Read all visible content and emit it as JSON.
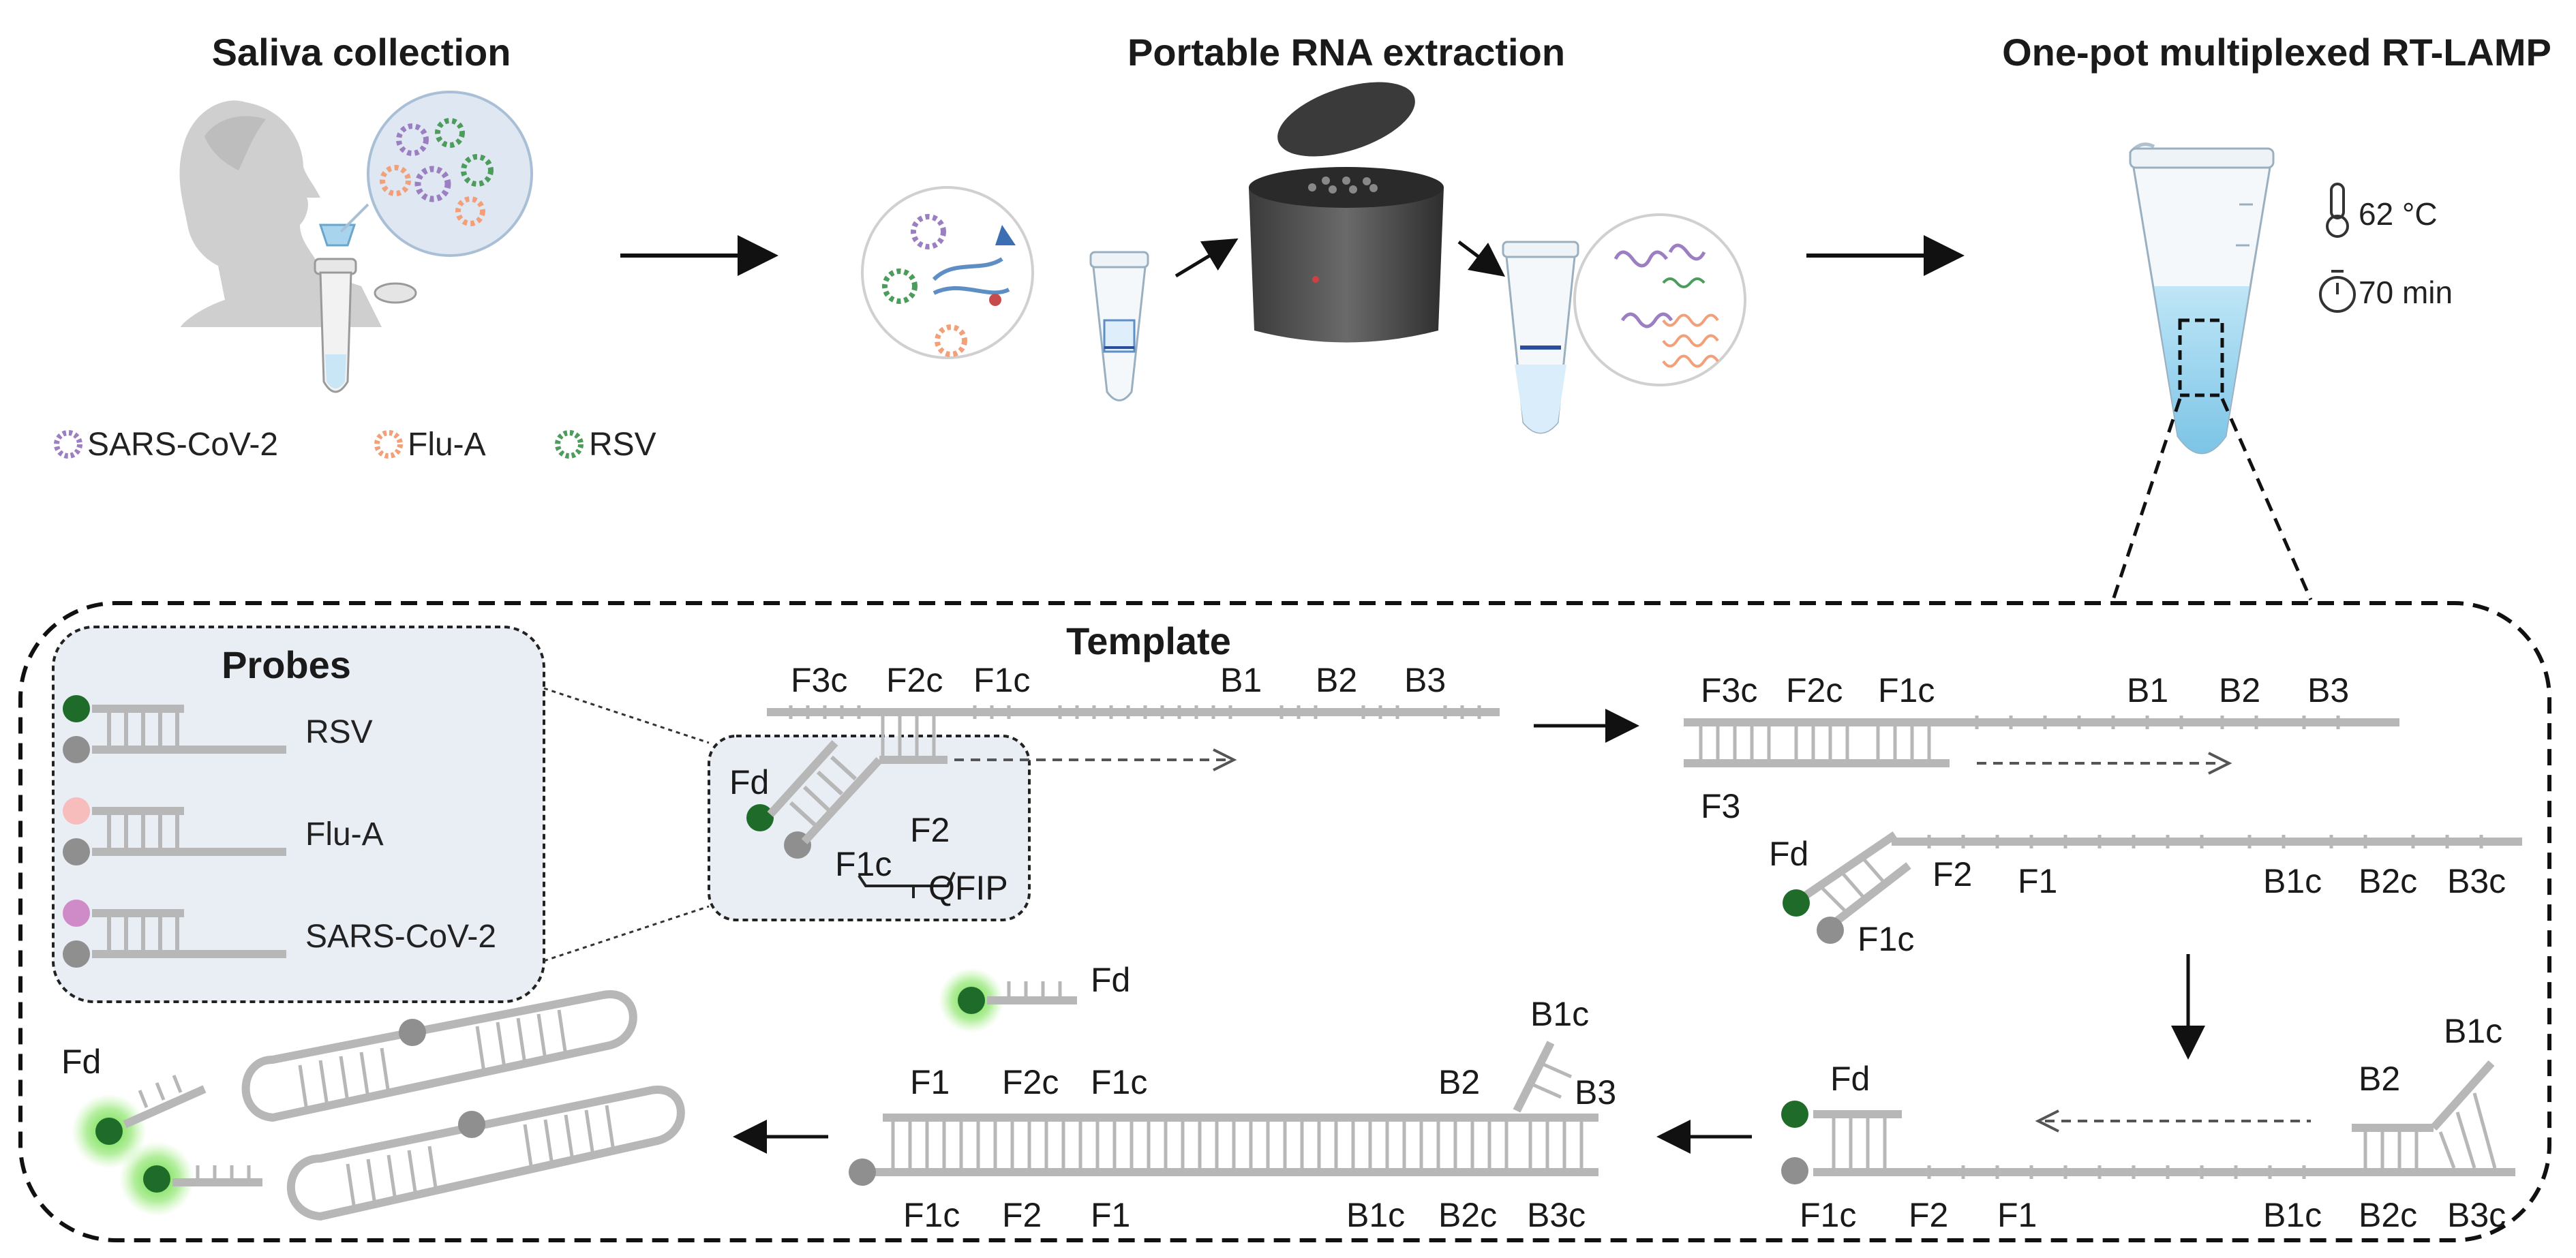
{
  "steps": {
    "saliva": "Saliva collection",
    "extraction": "Portable RNA extraction",
    "lamp": "One-pot multiplexed RT-LAMP"
  },
  "legend": [
    {
      "label": "SARS-CoV-2",
      "color": "#9b7fc0"
    },
    {
      "label": "Flu-A",
      "color": "#f2a07a"
    },
    {
      "label": "RSV",
      "color": "#4c9c5c"
    }
  ],
  "conditions": {
    "temperature": "62 °C",
    "time": "70 min"
  },
  "colors": {
    "strand": "#b7b7b7",
    "green_dye": "#1e6b2a",
    "glow": "#62d63a",
    "flu_dye": "#f7bcbc",
    "sars_dye": "#cf8bc8",
    "quencher": "#8f8f8f",
    "panel": "#e9edf4",
    "tube_liquid": "#a8d8ef"
  },
  "diagram": {
    "template_title": "Template",
    "probes": {
      "title": "Probes",
      "items": [
        "RSV",
        "Flu-A",
        "SARS-CoV-2"
      ]
    },
    "inset": {
      "fd": "Fd",
      "f1c": "F1c",
      "f2": "F2",
      "qfip": "QFIP"
    },
    "template_top": [
      "F3c",
      "F2c",
      "F1c",
      "B1",
      "B2",
      "B3"
    ],
    "right_top": [
      "F3c",
      "F2c",
      "F1c",
      "B1",
      "B2",
      "B3"
    ],
    "right_mid_f3": "F3",
    "right_mid": {
      "fd": "Fd",
      "f1c": "F1c",
      "f2": "F2",
      "f1": "F1",
      "b1c": "B1c",
      "b2c": "B2c",
      "b3c": "B3c"
    },
    "right_bottom": {
      "fd": "Fd",
      "b2": "B2",
      "b1c_top": "B1c",
      "f1c": "F1c",
      "f2": "F2",
      "f1": "F1",
      "b1c": "B1c",
      "b2c": "B2c",
      "b3c": "B3c"
    },
    "middle": {
      "fd": "Fd",
      "f1": "F1",
      "f2c": "F2c",
      "f1c_top": "F1c",
      "b2": "B2",
      "b1c": "B1c",
      "b3": "B3",
      "f1c": "F1c",
      "f2": "F2",
      "f1b": "F1",
      "b1c_b": "B1c",
      "b2c": "B2c",
      "b3c": "B3c"
    },
    "left": {
      "fd": "Fd"
    }
  }
}
